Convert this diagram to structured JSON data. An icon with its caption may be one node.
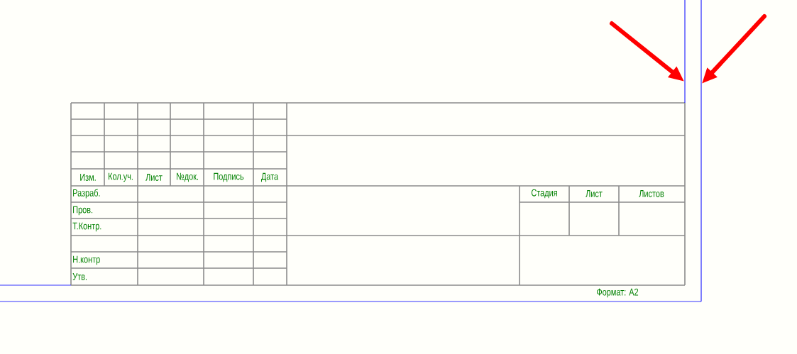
{
  "diagram": {
    "nodes": [
      {
        "text": [],
        "shape": "line"
      },
      {
        "text": [],
        "shape": "line"
      }
    ],
    "edges": [
      {
        "from": null,
        "to": 0,
        "arrow": "to"
      },
      {
        "from": null,
        "to": 1,
        "arrow": "to"
      }
    ],
    "labels": [
      "Изм.",
      "Кол.уч.",
      "Лист",
      "№док.",
      "Подпись",
      "Дата",
      "Разраб.",
      "Стадия",
      "Лист",
      "Листов",
      "Пров.",
      "Т.Контр.",
      "Н.контр",
      "Утв.",
      "Формат: A2"
    ]
  }
}
